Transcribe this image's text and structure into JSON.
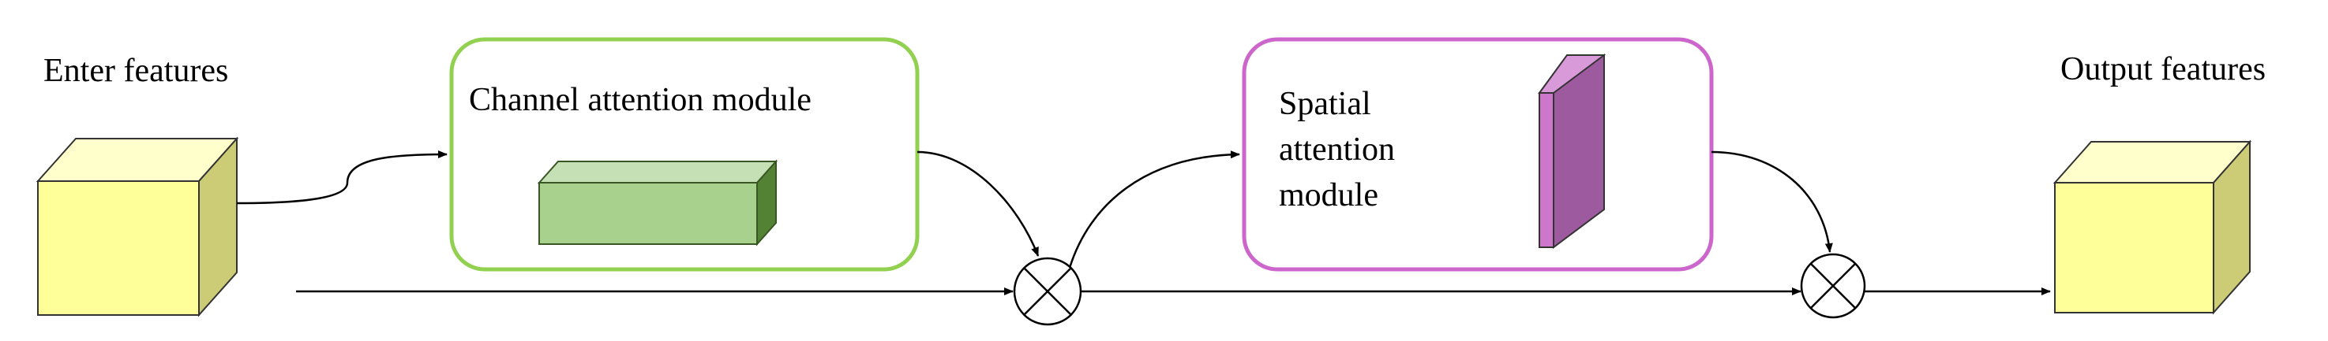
{
  "input_label": "Enter features",
  "output_label": "Output features",
  "channel_module": {
    "label": "Channel attention module",
    "border_color": "#92d050",
    "block_front_color": "#a9d18e",
    "block_top_color": "#c5e0b4",
    "block_side_color": "#548235"
  },
  "spatial_module": {
    "label_lines": [
      "Spatial",
      "attention",
      "module"
    ],
    "border_color": "#cc66cc",
    "block_front_color": "#cc77cc",
    "block_top_color": "#d99ad9",
    "block_side_color": "#9e5a9e"
  },
  "feature_cube_colors": {
    "front": "#ffff99",
    "top": "#ffffcc",
    "side": "#cccc77"
  },
  "operator_icon": "multiply-circle-icon",
  "line_color": "#000000"
}
